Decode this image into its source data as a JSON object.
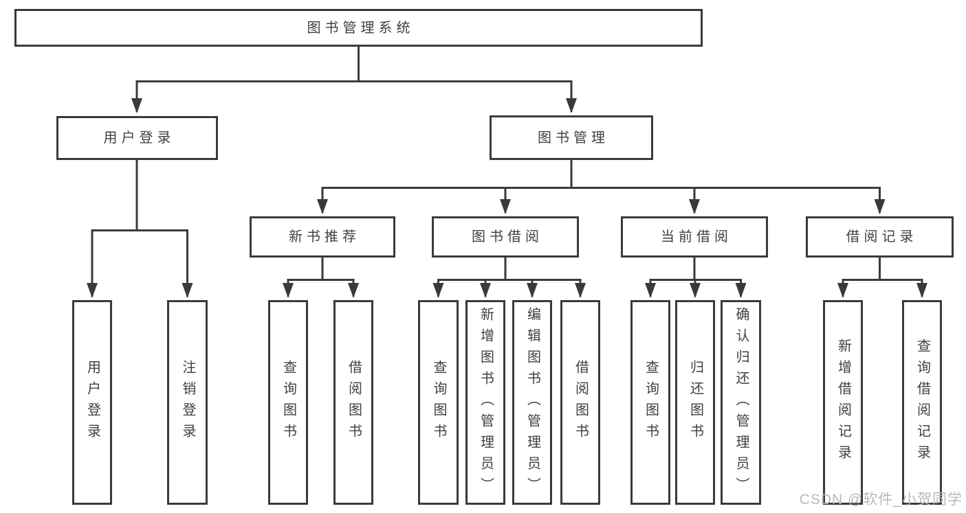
{
  "diagram": {
    "root": "图书管理系统",
    "user_login": {
      "label": "用户登录",
      "children": [
        "用户登录",
        "注销登录"
      ]
    },
    "book_management": {
      "label": "图书管理",
      "sections": [
        {
          "label": "新书推荐",
          "children": [
            "查询图书",
            "借阅图书"
          ]
        },
        {
          "label": "图书借阅",
          "children": [
            "查询图书",
            "新增图书（管理员）",
            "编辑图书（管理员）",
            "借阅图书"
          ]
        },
        {
          "label": "当前借阅",
          "children": [
            "查询图书",
            "归还图书",
            "确认归还（管理员）"
          ]
        },
        {
          "label": "借阅记录",
          "children": [
            "新增借阅记录",
            "查询借阅记录"
          ]
        }
      ]
    }
  },
  "watermark": "CSDN @软件_小贺同学",
  "colors": {
    "line": "#3a3a3a",
    "text": "#404040",
    "watermark": "#b9b9b9"
  }
}
